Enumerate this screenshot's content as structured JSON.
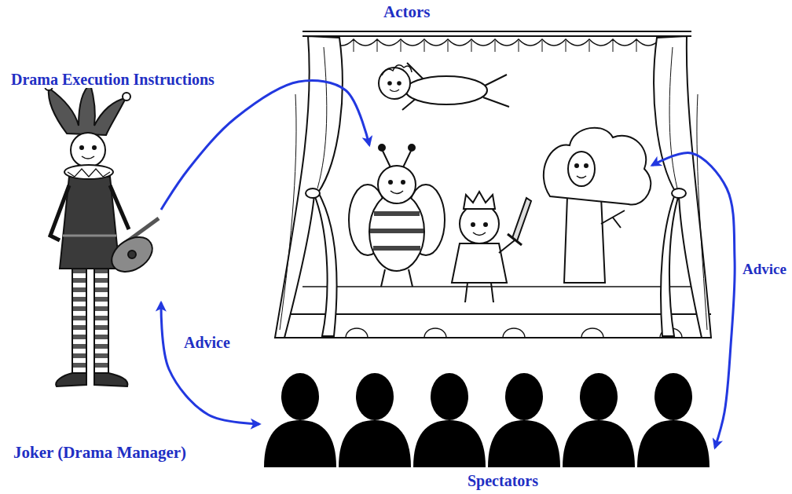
{
  "diagram": {
    "nodes": [
      {
        "text": [
          "Actors"
        ]
      },
      {
        "text": [
          "Joker (Drama Manager)"
        ]
      },
      {
        "text": [
          "Spectators"
        ]
      }
    ],
    "edges": [
      {
        "from": 1,
        "to": 0,
        "arrow": "to",
        "label": "Drama Execution Instructions"
      },
      {
        "from": 1,
        "to": 2,
        "arrow": "both",
        "label": "Advice"
      },
      {
        "from": 0,
        "to": 2,
        "arrow": "both",
        "label": "Advice"
      }
    ]
  }
}
